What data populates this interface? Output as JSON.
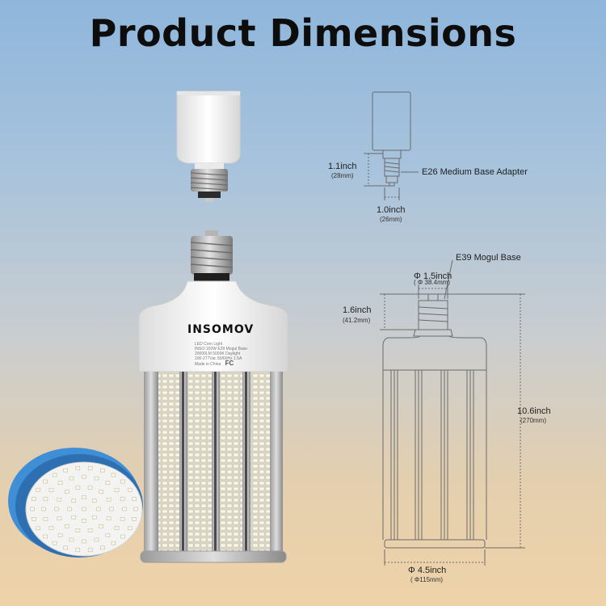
{
  "title": "Product Dimensions",
  "brand": "INSOMOV",
  "product_label_lines": [
    "LED Corn Light",
    "INSO-150W E39 Mogul Base",
    "20000LM 5000K Daylight",
    "100-277Vac 50/60Hz 1.5A",
    "Made in China"
  ],
  "cert_marks": "FC",
  "adapter": {
    "callout": "E26 Medium Base Adapter",
    "height": {
      "inch": "1.1inch",
      "mm": "(28mm)"
    },
    "width": {
      "inch": "1.0inch",
      "mm": "(26mm)"
    }
  },
  "bulb": {
    "base_callout": "E39 Mogul Base",
    "base_diameter": {
      "inch": "Φ 1.5inch",
      "mm": "( Φ 38.4mm)"
    },
    "base_height": {
      "inch": "1.6inch",
      "mm": "(41.2mm)"
    },
    "total_height": {
      "inch": "10.6inch",
      "mm": "(270mm)"
    },
    "body_diameter": {
      "inch": "Φ 4.5inch",
      "mm": "( Φ115mm)"
    }
  },
  "colors": {
    "title": "#0d0d0d",
    "line": "#6b6b6b",
    "bulb_housing": "#f4f4f4",
    "led": "#f6f1dc",
    "pcb_blue": "#3f8fd6"
  }
}
